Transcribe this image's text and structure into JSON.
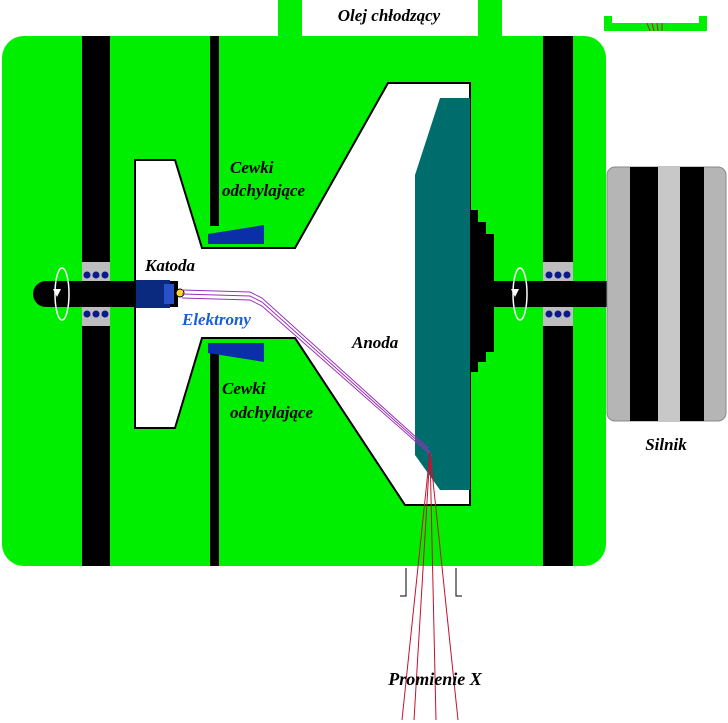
{
  "labels": {
    "cooling_oil": "Olej chłodzący",
    "deflection_coils_top_1": "Cewki",
    "deflection_coils_top_2": "odchylające",
    "deflection_coils_bottom_1": "Cewki",
    "deflection_coils_bottom_2": "odchylające",
    "cathode": "Katoda",
    "electrons": "Elektrony",
    "anode": "Anoda",
    "motor": "Silnik",
    "xrays": "Promienie X"
  },
  "colors": {
    "housing": "#00ee00",
    "vacuum": "#ffffff",
    "anode": "#006d6d",
    "coils": "#0a2fa8",
    "cathode": "#0a2a80",
    "electrons_label": "#1a5fd0",
    "beam": "#9a30b8",
    "xray": "#c8102e",
    "motor_light": "#b5b5b5",
    "walls": "#000000"
  }
}
